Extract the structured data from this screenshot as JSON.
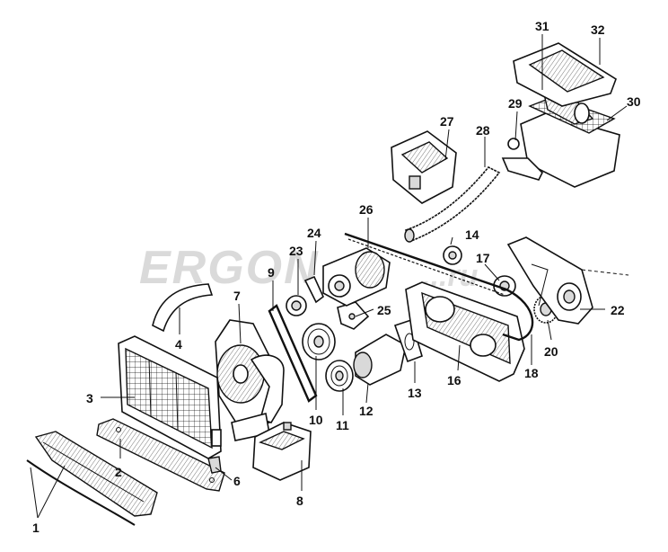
{
  "watermark": {
    "text": "ERGON",
    "tail": "...ru"
  },
  "labels": [
    {
      "id": "1",
      "text": "1"
    },
    {
      "id": "2",
      "text": "2"
    },
    {
      "id": "3",
      "text": "3"
    },
    {
      "id": "4",
      "text": "4"
    },
    {
      "id": "6",
      "text": "6"
    },
    {
      "id": "7",
      "text": "7"
    },
    {
      "id": "8",
      "text": "8"
    },
    {
      "id": "9",
      "text": "9"
    },
    {
      "id": "10",
      "text": "10"
    },
    {
      "id": "11",
      "text": "11"
    },
    {
      "id": "12",
      "text": "12"
    },
    {
      "id": "13",
      "text": "13"
    },
    {
      "id": "14",
      "text": "14"
    },
    {
      "id": "16",
      "text": "16"
    },
    {
      "id": "17",
      "text": "17"
    },
    {
      "id": "18",
      "text": "18"
    },
    {
      "id": "20",
      "text": "20"
    },
    {
      "id": "22",
      "text": "22"
    },
    {
      "id": "23",
      "text": "23"
    },
    {
      "id": "24",
      "text": "24"
    },
    {
      "id": "25",
      "text": "25"
    },
    {
      "id": "26",
      "text": "26"
    },
    {
      "id": "27",
      "text": "27"
    },
    {
      "id": "28",
      "text": "28"
    },
    {
      "id": "29",
      "text": "29"
    },
    {
      "id": "30",
      "text": "30"
    },
    {
      "id": "31",
      "text": "31"
    },
    {
      "id": "32",
      "text": "32"
    }
  ]
}
